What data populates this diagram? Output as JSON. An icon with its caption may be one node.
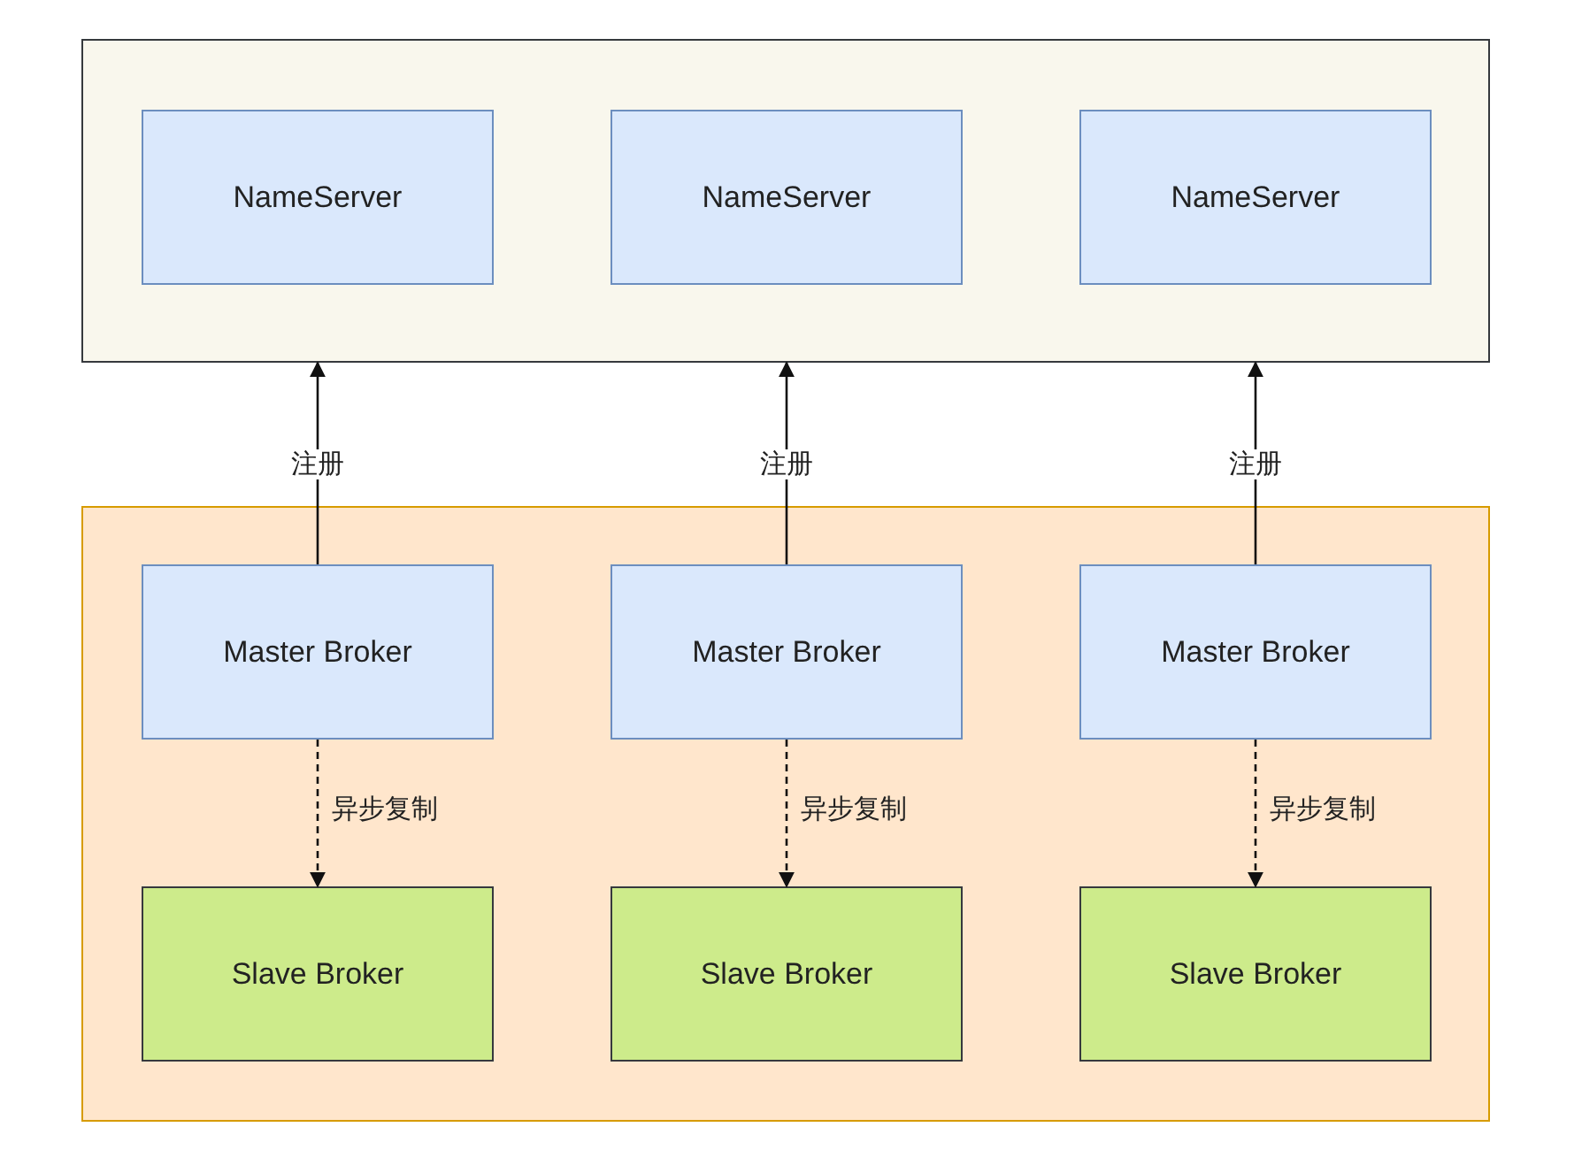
{
  "diagram": {
    "nodes": [
      {
        "text": [],
        "shape": "box"
      },
      {
        "text": [
          "NameServer"
        ],
        "in": 0
      },
      {
        "text": [
          "NameServer"
        ],
        "in": 0
      },
      {
        "text": [
          "NameServer"
        ],
        "in": 0
      },
      {
        "text": [],
        "shape": "box"
      },
      {
        "text": [
          "Master Broker"
        ],
        "in": 4
      },
      {
        "text": [
          "Master Broker"
        ],
        "in": 4
      },
      {
        "text": [
          "Master Broker"
        ],
        "in": 4
      },
      {
        "text": [
          "Slave Broker"
        ],
        "in": 4
      },
      {
        "text": [
          "Slave Broker"
        ],
        "in": 4
      },
      {
        "text": [
          "Slave Broker"
        ],
        "in": 4
      }
    ],
    "edges": [
      {
        "from": 5,
        "to": 0,
        "arrow": "to",
        "label": "注册"
      },
      {
        "from": 6,
        "to": 0,
        "arrow": "to",
        "label": "注册"
      },
      {
        "from": 7,
        "to": 0,
        "arrow": "to",
        "label": "注册"
      },
      {
        "from": 5,
        "to": 8,
        "arrow": "to",
        "label": "异步复制",
        "style": "dashed"
      },
      {
        "from": 6,
        "to": 9,
        "arrow": "to",
        "label": "异步复制",
        "style": "dashed"
      },
      {
        "from": 7,
        "to": 10,
        "arrow": "to",
        "label": "异步复制",
        "style": "dashed"
      }
    ]
  }
}
